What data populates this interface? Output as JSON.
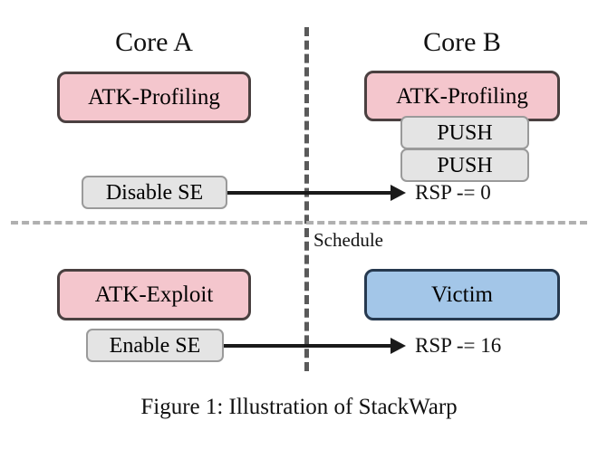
{
  "figure": {
    "caption": "Figure 1: Illustration of StackWarp",
    "schedule_label": "Schedule"
  },
  "columns": [
    {
      "id": "core-a",
      "header": "Core A"
    },
    {
      "id": "core-b",
      "header": "Core B"
    }
  ],
  "phases": {
    "profiling": {
      "core_a": {
        "process_box": "ATK-Profiling",
        "action_box": "Disable SE",
        "arrow": "arrow-right"
      },
      "core_b": {
        "process_box": "ATK-Profiling",
        "stack_ops": [
          "PUSH",
          "PUSH"
        ],
        "result": "RSP -= 0"
      }
    },
    "exploit": {
      "core_a": {
        "process_box": "ATK-Exploit",
        "action_box": "Enable SE",
        "arrow": "arrow-right"
      },
      "core_b": {
        "process_box": "Victim",
        "result": "RSP -= 16"
      }
    }
  },
  "colors": {
    "attacker_box": "#f4c6cd",
    "attacker_border": "#4a4040",
    "victim_box": "#a3c6e8",
    "victim_border": "#26394f",
    "action_box": "#e4e4e4",
    "action_border": "#9a9a9a",
    "vertical_divider": "#5a5a5a",
    "horizontal_divider": "#b0b0b0",
    "arrow": "#1a1a1a"
  }
}
